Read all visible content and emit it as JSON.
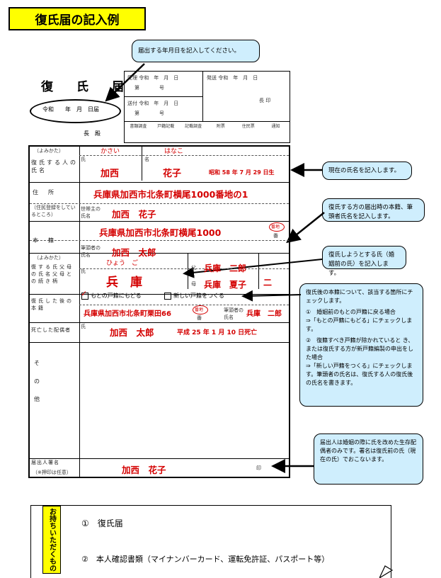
{
  "title": "復氏届の記入例",
  "callouts": {
    "date": "届出する年月日を記入してください。",
    "current_name": "現在の氏名を記入します。",
    "domicile": "復氏する方の届出時の本籍、筆頭者氏名を記入します。",
    "restore_surname": "復氏しようとする氏（婚姻前の氏）を記入します。",
    "new_domicile": [
      "復氏後の本籍について、該当する箇所にチェックします。",
      "①　婚姻前のもとの戸籍に戻る場合",
      "⇒「もとの戸籍にもどる」にチェックします。",
      "②　復籍すべき戸籍が除かれていると き、または復氏する方が新戸籍編製の申出をした場合",
      "⇒「新しい戸籍をつくる」にチェックします。筆頭者の氏名は、復氏する人の復氏後の氏名を書きます。"
    ],
    "signature": "届出人は婚姻の際に氏を改めた生存配偶者のみです。署名は復氏前の氏（現在の氏）でおこないます。"
  },
  "form": {
    "heading": "復　氏　届",
    "date_line": "令和　　年　月　日届",
    "to": "長　殿",
    "office": {
      "received": "受理 令和　年　月　日",
      "received_no": "第　　　　号",
      "sent": "発送 令和　年　月　日",
      "forwarded": "送付 令和　年　月　日",
      "forwarded_no": "第　　　　号",
      "chief": "長 印",
      "checks": [
        "書類調査",
        "戸籍記載",
        "記載調査",
        "附票",
        "住民票",
        "通知"
      ]
    },
    "labels": {
      "furigana": "（よみかた）",
      "person": "復氏する人の氏名",
      "address": "住　所",
      "address_sub": "（住民登録をしているところ）",
      "domicile": "本　籍",
      "restore": "復する氏父母の氏名父母との続き柄",
      "new_domicile": "復氏した後の本籍",
      "deceased": "死亡した配偶者",
      "other": "その他",
      "signer": "届出人署名",
      "signer_sub": "（※押印は任意）",
      "householder": "世帯主の氏名",
      "head": "筆頭者の氏名",
      "surname": "氏",
      "given": "名",
      "father": "父",
      "mother": "母",
      "seal": "印"
    },
    "values": {
      "kana_last": "かさい",
      "kana_first": "はなこ",
      "last": "加西",
      "first": "花子",
      "birth": "昭和 58 年 7 月 29 日生",
      "address": "兵庫県加西市北条町横尾1000番地の1",
      "householder": "加西　花子",
      "domicile": "兵庫県加西市北条町横尾1000",
      "banchi": "番地",
      "ban": "番",
      "head": "加西　太郎",
      "restore_kana": "ひょう　ご",
      "restore_surname": "兵　庫",
      "father": "兵庫　二郎",
      "mother": "兵庫　夏子",
      "relation": "二",
      "option_return": "もとの戸籍にもどる",
      "option_new": "新しい戸籍をつくる",
      "new_domicile": "兵庫県加西市北条町栗田66",
      "new_head": "兵庫　二郎",
      "deceased": "加西　太郎",
      "death_date": "平成 25 年 1 月 10 日死亡",
      "signer": "加西　花子"
    }
  },
  "bring": {
    "label": "お持ちいただくもの",
    "items": [
      "①　復氏届",
      "②　本人確認書類（マイナンバーカード、運転免許証、パスポート等）"
    ]
  }
}
